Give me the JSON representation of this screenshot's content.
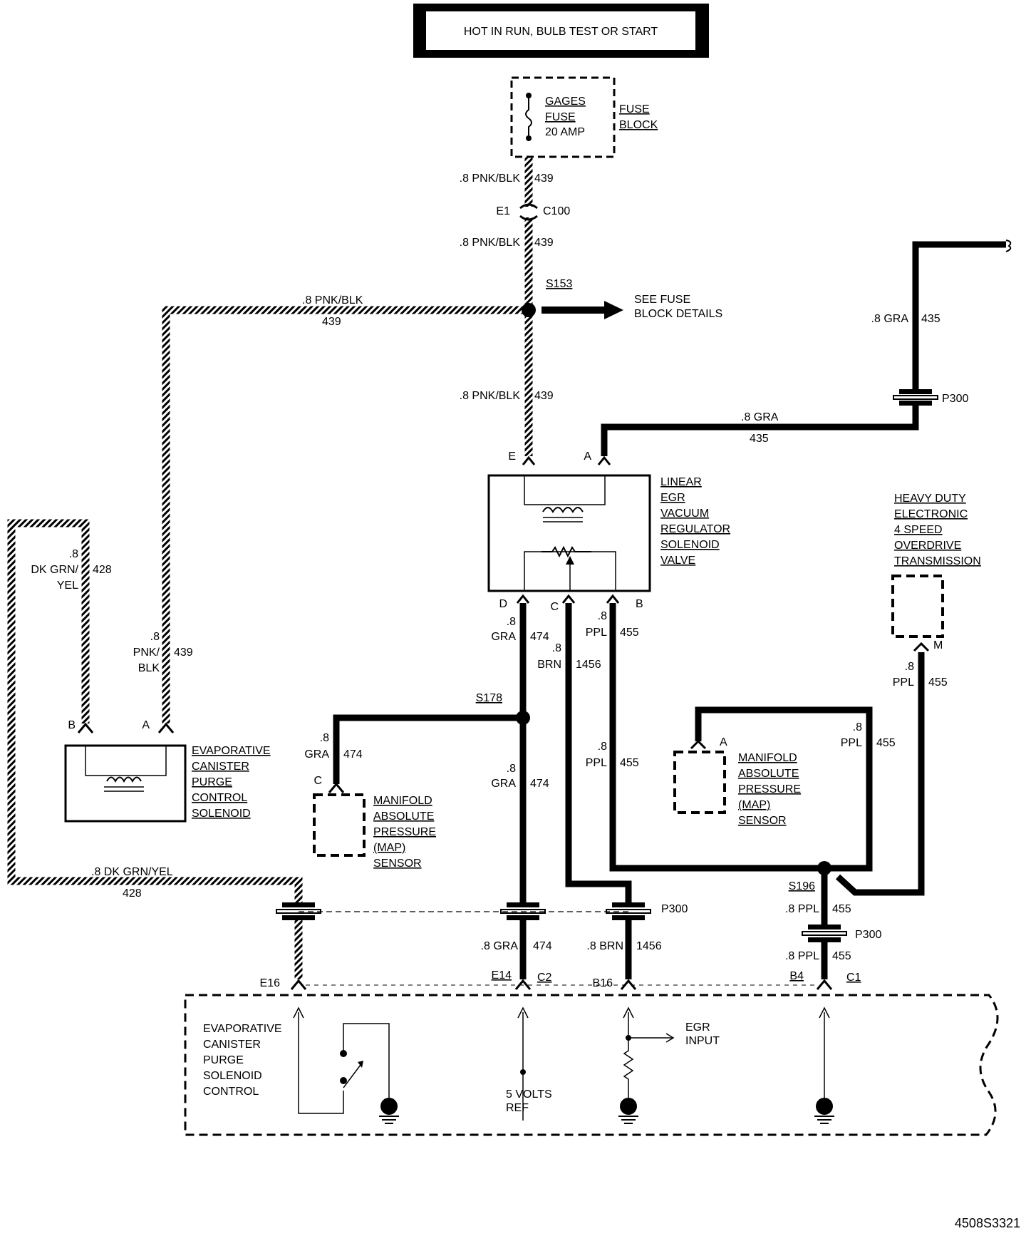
{
  "header": {
    "power_label": "HOT IN RUN, BULB TEST OR START"
  },
  "fuse": {
    "name": [
      "GAGES",
      "FUSE",
      "20 AMP"
    ],
    "block": [
      "FUSE",
      "BLOCK"
    ]
  },
  "splice_s153": "S153",
  "see_fuse": [
    "SEE FUSE",
    "BLOCK DETAILS"
  ],
  "splice_s178": "S178",
  "splice_s196": "S196",
  "connector_c100": "C100",
  "connector_c100_pin": "E1",
  "connector_p300": "P300",
  "egr_valve": {
    "name": [
      "LINEAR",
      "EGR",
      "VACUUM",
      "REGULATOR",
      "SOLENOID",
      "VALVE"
    ],
    "pins": {
      "e": "E",
      "a": "A",
      "d": "D",
      "c": "C",
      "b": "B"
    }
  },
  "transmission": {
    "name": [
      "HEAVY DUTY",
      "ELECTRONIC",
      "4 SPEED",
      "OVERDRIVE",
      "TRANSMISSION"
    ],
    "pin_m": "M"
  },
  "evap_solenoid": {
    "name": [
      "EVAPORATIVE",
      "CANISTER",
      "PURGE",
      "CONTROL",
      "SOLENOID"
    ],
    "pin_a": "A",
    "pin_b": "B"
  },
  "map_sensor_left": {
    "name": [
      "MANIFOLD",
      "ABSOLUTE",
      "PRESSURE",
      "(MAP)",
      "SENSOR"
    ],
    "pin_c": "C"
  },
  "map_sensor_right": {
    "name": [
      "MANIFOLD",
      "ABSOLUTE",
      "PRESSURE",
      "(MAP)",
      "SENSOR"
    ],
    "pin_a": "A"
  },
  "pcm": {
    "evap_label": [
      "EVAPORATIVE",
      "CANISTER",
      "PURGE",
      "SOLENOID",
      "CONTROL"
    ],
    "volts_label": [
      "5 VOLTS",
      "REF"
    ],
    "egr_input_label": [
      "EGR",
      "INPUT"
    ],
    "pins": {
      "e16": "E16",
      "e14": "E14",
      "c2": "C2",
      "b16": "B16",
      "b4": "B4",
      "c1": "C1"
    }
  },
  "wires": {
    "pnkblk_full": ".8 PNK/BLK",
    "pnkblk_size": ".8",
    "pnkblk_color": "PNK/",
    "pnkblk_color2": "BLK",
    "circuit_439": "439",
    "gra_full": ".8 GRA",
    "gra_size": ".8",
    "gra_color": "GRA",
    "circuit_435": "435",
    "circuit_474": "474",
    "ppl_full": ".8 PPL",
    "ppl_size": ".8",
    "ppl_color": "PPL",
    "circuit_455": "455",
    "brn_full": ".8 BRN",
    "brn_size": ".8",
    "brn_color": "BRN",
    "circuit_1456": "1456",
    "dkgrnyel_full": ".8 DK GRN/YEL",
    "dkgrnyel_size": ".8",
    "dkgrnyel_color1": "DK GRN/",
    "dkgrnyel_color2": "YEL",
    "circuit_428": "428"
  },
  "figure_id": "4508S3321",
  "colors": {
    "ink": "#000000",
    "paper": "#ffffff"
  }
}
